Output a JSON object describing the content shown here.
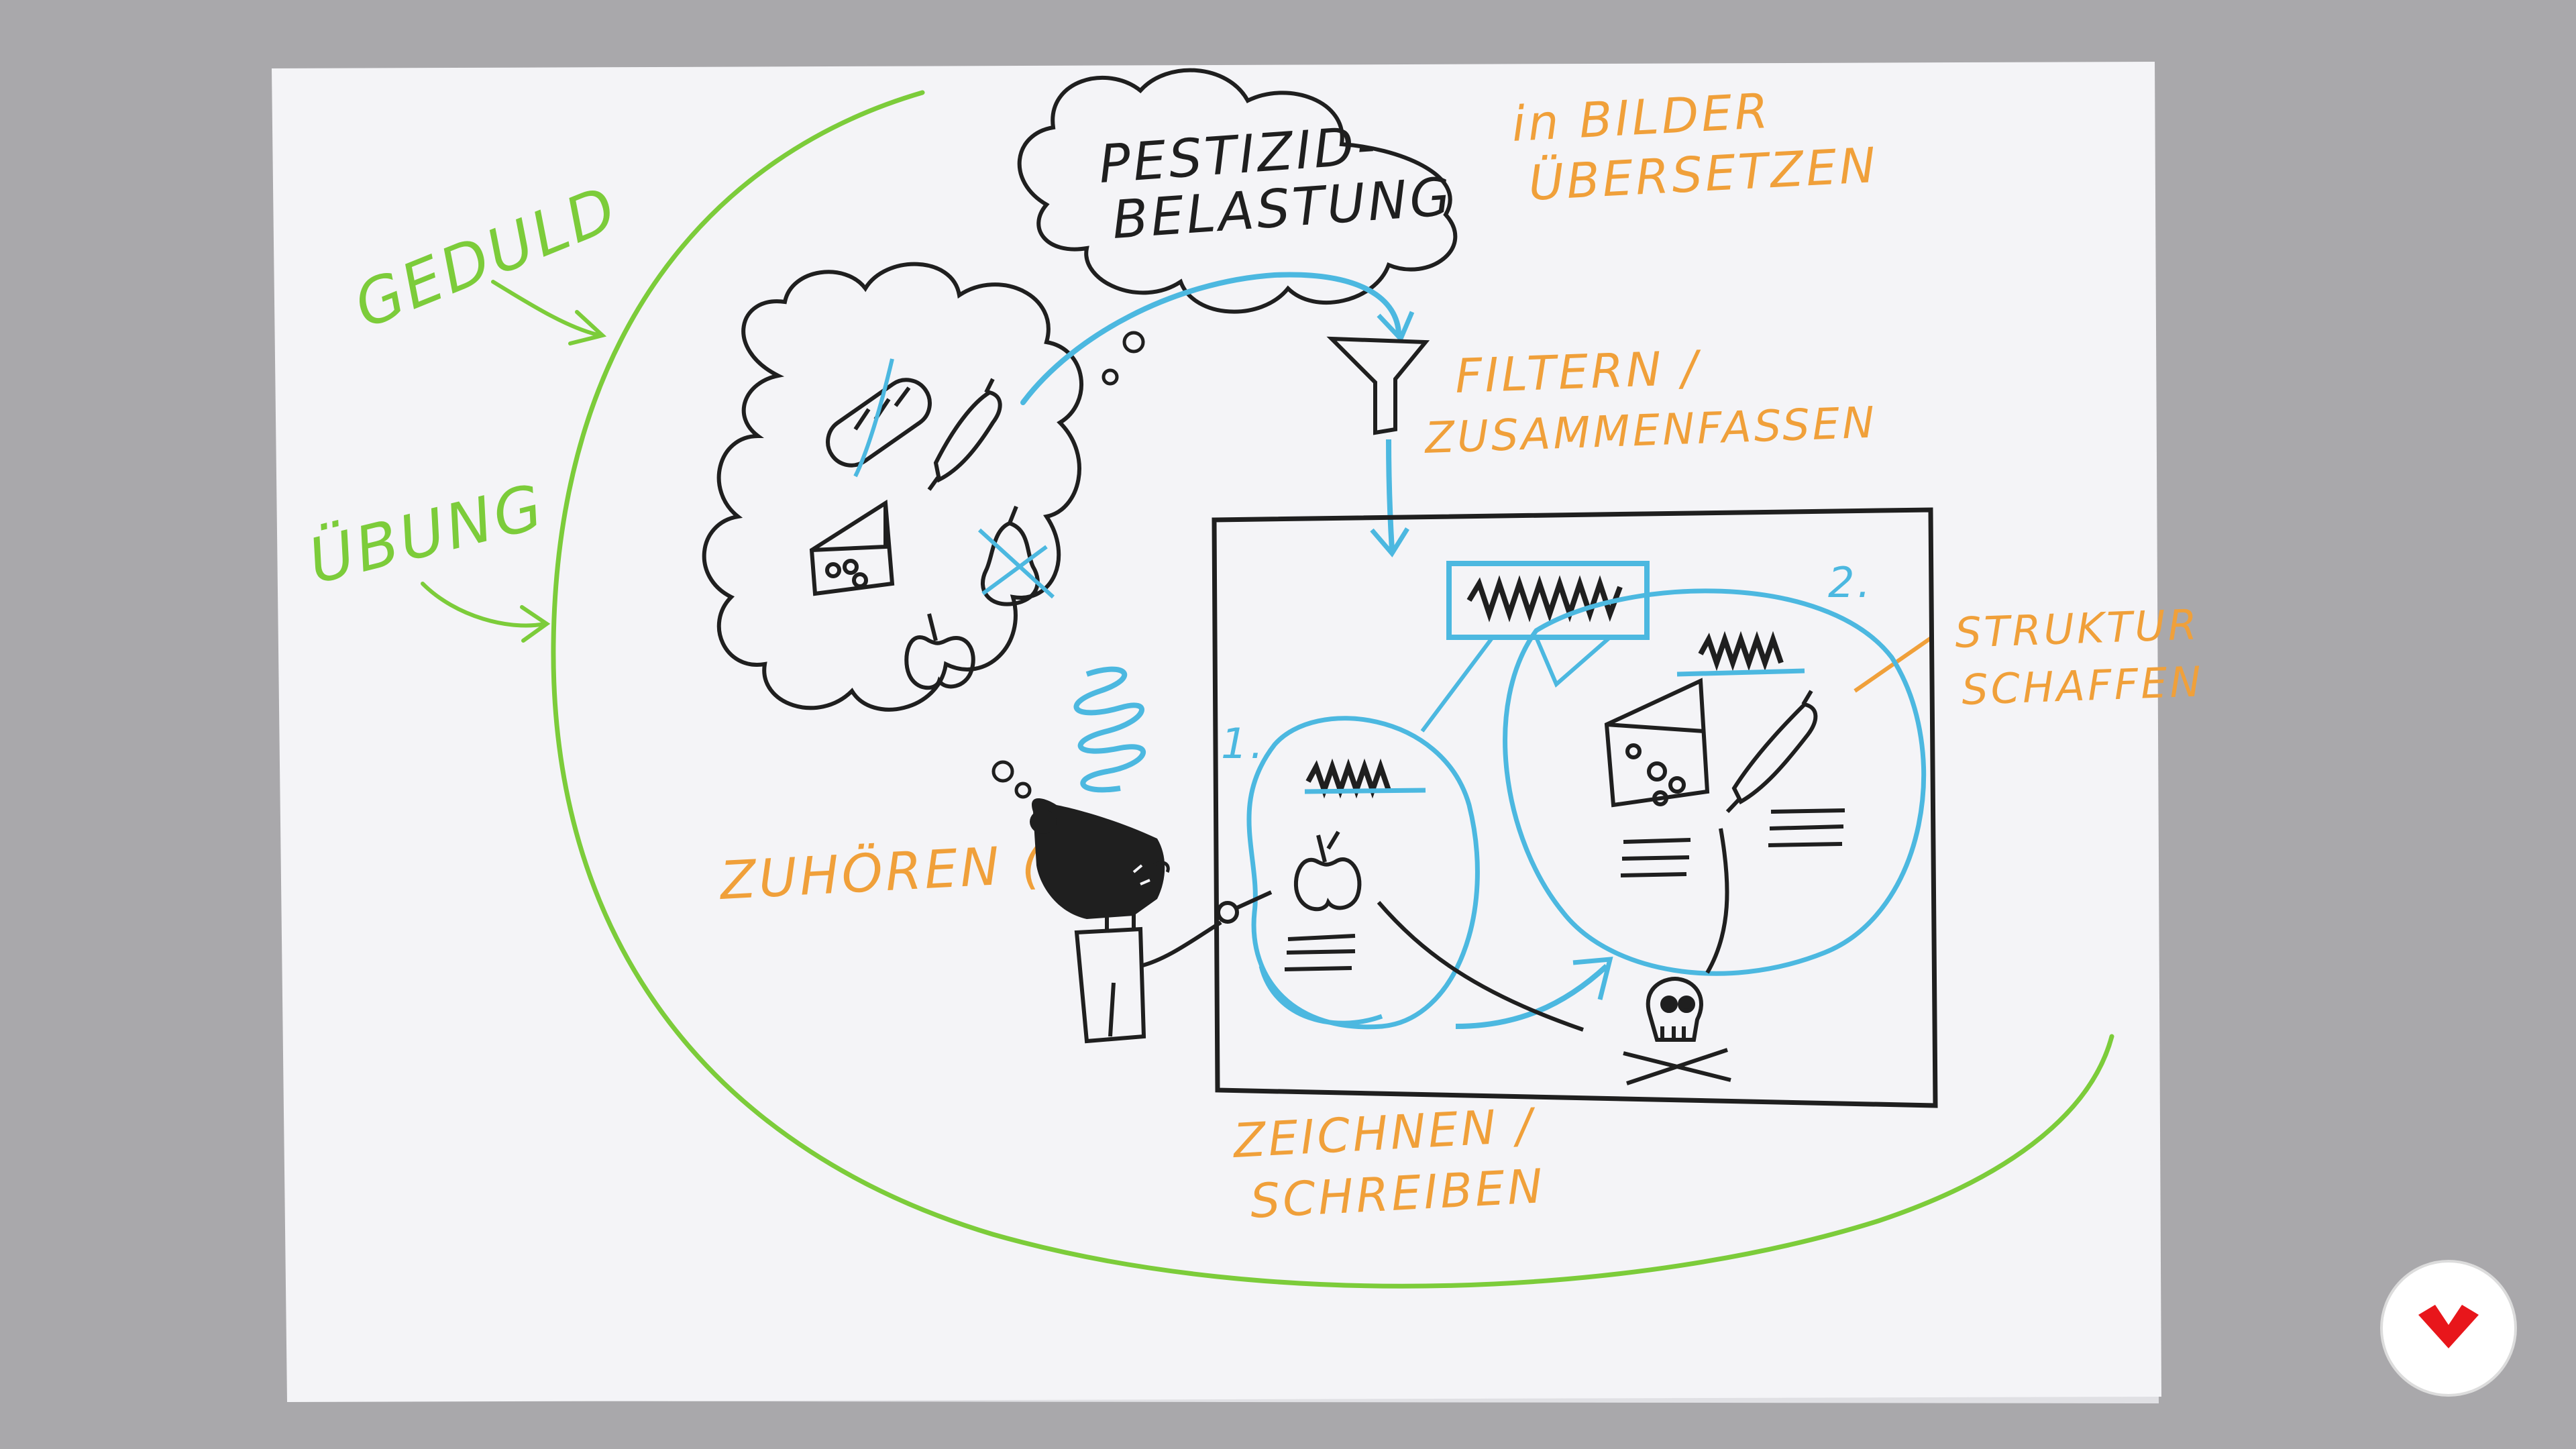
{
  "labels": {
    "pestizid_line1": "PESTIZID-",
    "pestizid_line2": "BELASTUNG",
    "bilder_line1": "in  BILDER",
    "bilder_line2": "ÜBERSETZEN",
    "filtern_line1": "FILTERN /",
    "filtern_line2": "ZUSAMMENFASSEN",
    "struktur_line1": "STRUKTUR",
    "struktur_line2": "SCHAFFEN",
    "zuhoeren": "ZUHÖREN ((",
    "zeichnen_line1": "ZEICHNEN /",
    "zeichnen_line2": "SCHREIBEN",
    "geduld": "GEDULD",
    "uebung": "ÜBUNG",
    "num1": "1.",
    "num2": "2."
  },
  "colors": {
    "background": "#a9a8ab",
    "paper": "#f4f4f7",
    "black_ink": "#1f1f1f",
    "orange_ink": "#f0a03a",
    "green_ink": "#7ccc3a",
    "blue_ink": "#4cb8e0",
    "logo_red": "#e8161b"
  },
  "icons": [
    "baguette-icon",
    "sausage-icon",
    "cheese-icon",
    "pear-icon",
    "apple-icon",
    "funnel-icon",
    "skull-icon",
    "person-icon",
    "spring-icon"
  ]
}
